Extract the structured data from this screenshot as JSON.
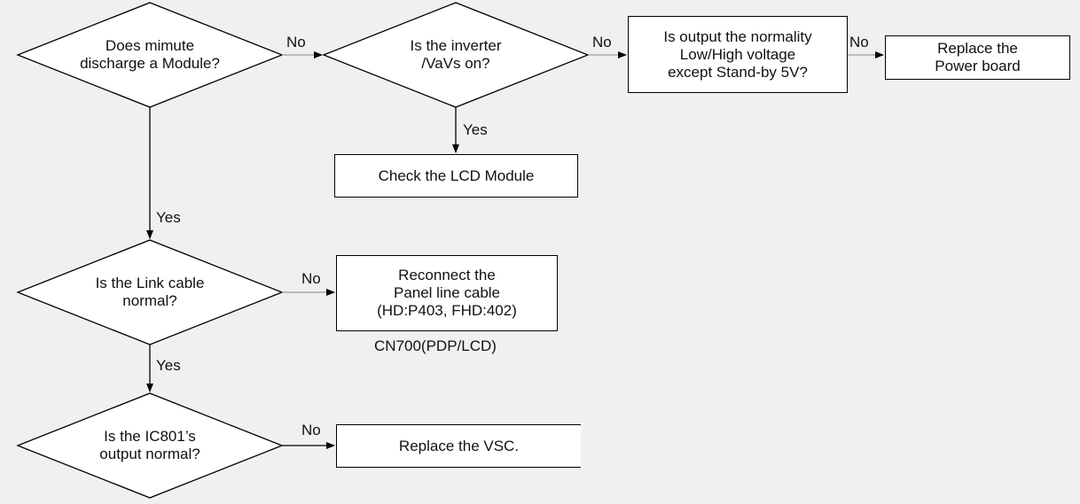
{
  "decisions": {
    "d1": {
      "line1": "Does mimute",
      "line2": "discharge a Module?"
    },
    "d2": {
      "line1": "Is the inverter",
      "line2": "/VaVs on?"
    },
    "d3": {
      "line1": "Is the Link cable",
      "line2": "normal?"
    },
    "d4": {
      "line1": "Is the IC801’s",
      "line2": "output normal?"
    }
  },
  "boxes": {
    "output_check": {
      "line1": "Is output the normality",
      "line2": "Low/High voltage",
      "line3": "except Stand-by 5V?"
    },
    "replace_power": {
      "line1": "Replace the",
      "line2": "Power board"
    },
    "check_lcd": {
      "line1": "Check the LCD Module"
    },
    "reconnect": {
      "line1": "Reconnect the",
      "line2": "Panel line cable",
      "line3": "(HD:P403, FHD:402)"
    },
    "replace_vsc": {
      "line1": "Replace the VSC."
    }
  },
  "connector_caption": "CN700(PDP/LCD)",
  "edge_labels": {
    "d1_no": "No",
    "d2_no": "No",
    "output_no": "No",
    "d2_yes": "Yes",
    "d1_yes": "Yes",
    "d3_no": "No",
    "d3_yes": "Yes",
    "d4_no": "No"
  }
}
